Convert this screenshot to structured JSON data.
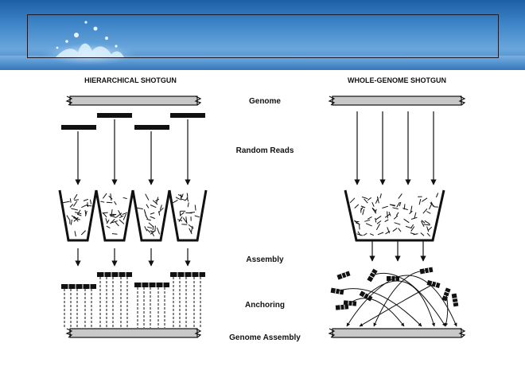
{
  "headings": {
    "left": "HIERARCHICAL SHOTGUN",
    "right": "WHOLE-GENOME SHOTGUN"
  },
  "stages": {
    "genome": "Genome",
    "random_reads": "Random Reads",
    "assembly": "Assembly",
    "anchoring": "Anchoring",
    "genome_assembly": "Genome Assembly"
  },
  "colors": {
    "banner_top": "#1d5fa6",
    "banner_bottom": "#3c7fc3",
    "genome_bar": "#c8c8c8",
    "ink": "#111111"
  }
}
